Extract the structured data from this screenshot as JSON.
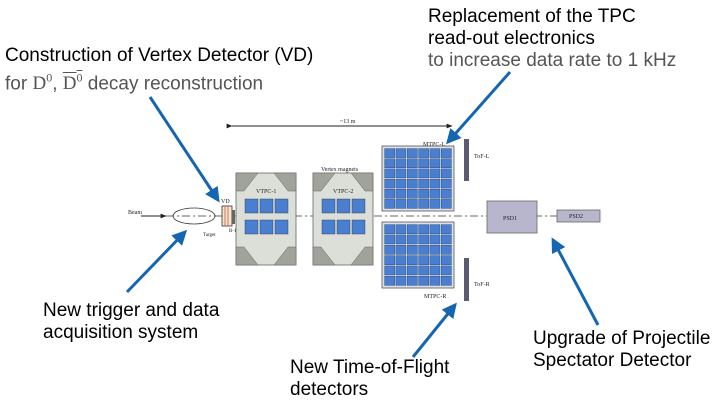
{
  "annotations": {
    "vd": {
      "line1": "Construction of Vertex Detector (VD)",
      "line2_prefix": "for",
      "d0": "D",
      "d0_sup": "0",
      "sep": ",",
      "d0bar": "D",
      "d0bar_sup": "0",
      "line2_suffix": "decay reconstruction"
    },
    "tpc": {
      "line1": "Replacement of the TPC",
      "line2": "read-out  electronics",
      "line3": "to increase data rate to 1 kHz"
    },
    "trigger": {
      "line1": "New trigger and data",
      "line2": "acquisition system"
    },
    "tof": {
      "line1": "New Time-of-Flight",
      "line2": "detectors"
    },
    "psd": {
      "line1": "Upgrade of Projectile",
      "line2": "Spectator Detector"
    }
  },
  "detector_labels": {
    "beam": "Beam",
    "vd": "VD",
    "target": "Target",
    "bi": "B-1",
    "vtpc1": "VTPC-1",
    "vtpc2": "VTPC-2",
    "vertex_magnets": "Vertex magnets",
    "mtpc_l": "MTPC-L",
    "mtpc_r": "MTPC-R",
    "tof_l": "ToF-L",
    "tof_r": "ToF-R",
    "psd1": "PSD1",
    "psd2": "PSD2",
    "scale": "~13 m"
  },
  "colors": {
    "arrow": "#1565b0",
    "pad": "#4a7fd0",
    "chamber": "#dcdfd8",
    "psd": "#b8b6cc",
    "tof": "#5a5d72"
  }
}
